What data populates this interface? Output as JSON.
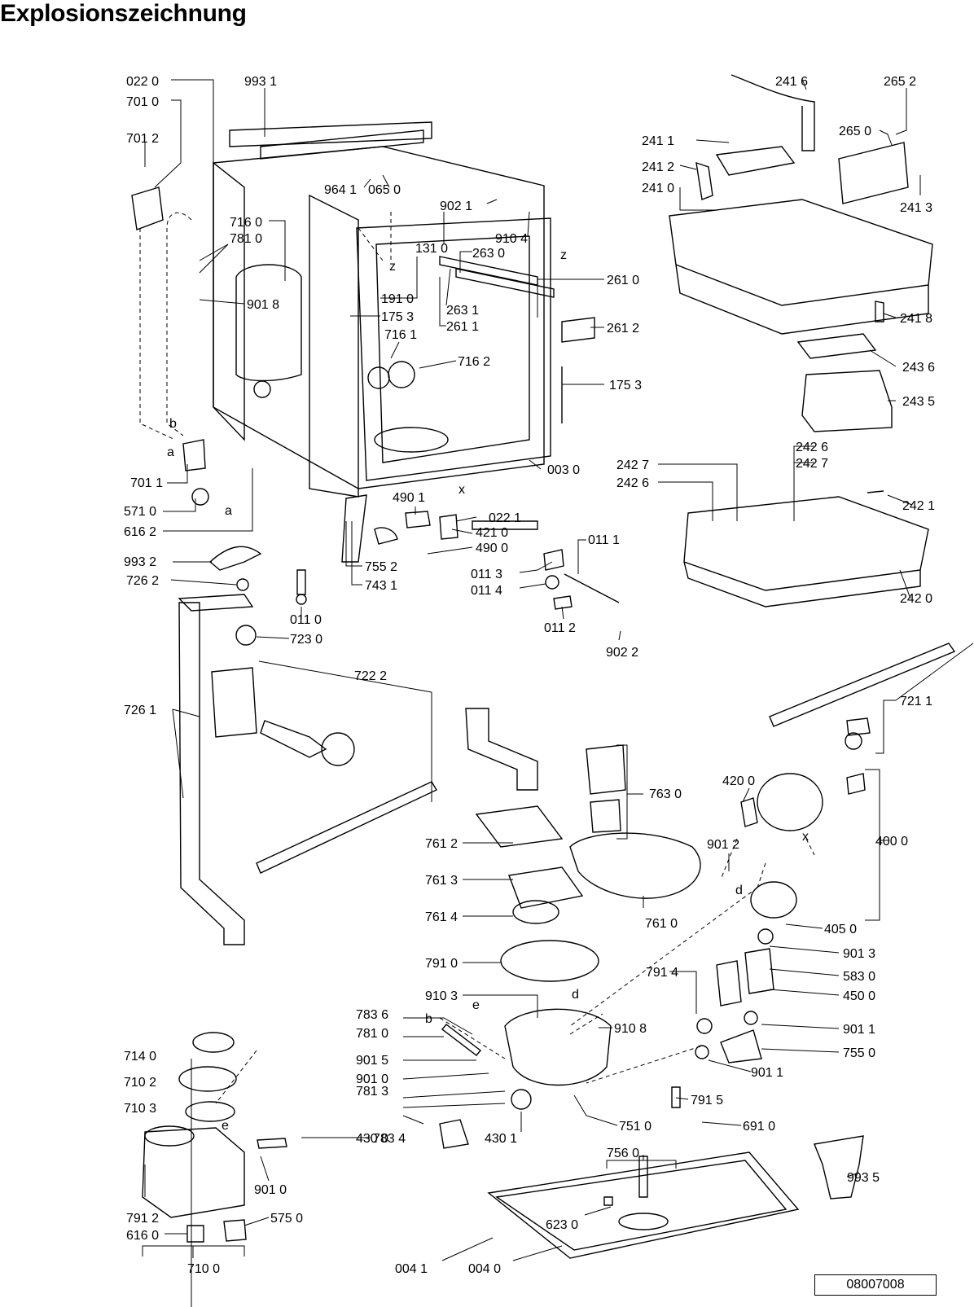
{
  "title": "Explosionszeichnung",
  "reference": "08007008",
  "labels": [
    "022 0",
    "993 1",
    "701 0",
    "701 2",
    "964 1",
    "065 0",
    "902 1",
    "716 0",
    "781 0",
    "131 0",
    "910 4",
    "263 0",
    "901 8",
    "191 0",
    "175 3",
    "263 1",
    "261 1",
    "716 1",
    "716 2",
    "261 0",
    "261 2",
    "175 3",
    "701 1",
    "003 0",
    "571 0",
    "616 2",
    "490 1",
    "022 1",
    "421 0",
    "490 0",
    "011 1",
    "011 3",
    "011 4",
    "011 2",
    "993 2",
    "755 2",
    "743 1",
    "726 2",
    "011 0",
    "723 0",
    "902 2",
    "241 6",
    "265 2",
    "241 1",
    "265 0",
    "241 2",
    "241 0",
    "241 3",
    "241 8",
    "243 6",
    "243 5",
    "242 7",
    "242 6",
    "242 6",
    "242 7",
    "242 1",
    "242 0",
    "721 1",
    "722 2",
    "726 1",
    "763 0",
    "420 0",
    "400 0",
    "761 2",
    "901 2",
    "761 3",
    "761 4",
    "761 0",
    "405 0",
    "901 3",
    "791 0",
    "583 0",
    "791 4",
    "450 0",
    "910 3",
    "783 6",
    "910 8",
    "781 0",
    "901 1",
    "901 5",
    "755 0",
    "901 0",
    "901 1",
    "781 3",
    "791 5",
    "430 0",
    "751 0",
    "691 0",
    "430 1",
    "714 0",
    "710 2",
    "710 3",
    "783 4",
    "756 0",
    "901 0",
    "993 5",
    "791 2",
    "623 0",
    "575 0",
    "616 0",
    "710 0",
    "004 1",
    "004 0"
  ],
  "letters": [
    "z",
    "z",
    "b",
    "a",
    "a",
    "x",
    "x",
    "d",
    "d",
    "e",
    "e",
    "b"
  ]
}
